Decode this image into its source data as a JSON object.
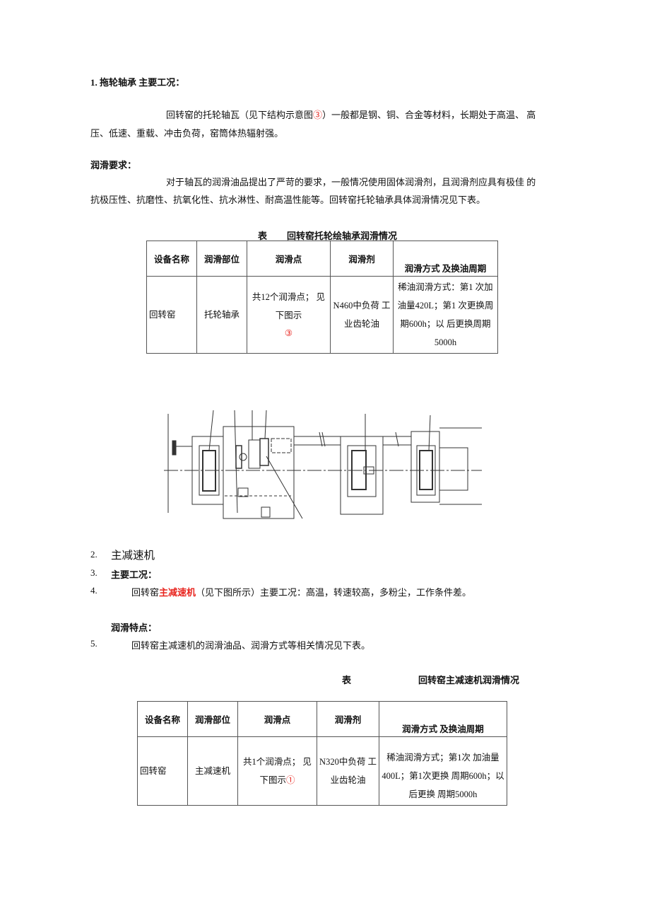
{
  "section1": {
    "heading": "1. 拖轮轴承  主要工况：",
    "para1_a": "回转窑的托轮轴瓦（见下结构示意图",
    "para1_mark": "③",
    "para1_b": "）一般都是钢、铜、合金等材料，长期处于高温、  高",
    "para1_line2": "压、低速、重载、冲击负荷，窑筒体热辐射强。",
    "req_heading": "润滑要求：",
    "para2_line1": "对于轴瓦的润滑油品提出了严苛的要求，一般情况使用固体润滑剂，且润滑剂应具有极佳  的",
    "para2_line2": "抗极压性、抗磨性、抗氧化性、抗水淋性、耐高温性能等。回转窑托轮轴承具体润滑情况见下表。",
    "table_caption_label": "表",
    "table_caption_title": "回转窑托轮绘轴承润滑情况",
    "table": {
      "headers": [
        "设备名称",
        "润滑部位",
        "润滑点",
        "润滑剂",
        "润滑方式  及换油周期"
      ],
      "row": {
        "equipment": "回转窑",
        "part": "托轮轴承",
        "points": "共12个润滑点；  见下图示",
        "points_mark": "③",
        "lubricant": "N460中负荷  工业齿轮油",
        "method": "稀油润滑方式：第1  次加油量420L；第1  次更换周期600h；以  后更换周期5000h"
      }
    }
  },
  "section2": {
    "items": [
      {
        "num": "2.",
        "text": "主减速机"
      },
      {
        "num": "3.",
        "text": "主要工况："
      },
      {
        "num": "4.",
        "text_a": "回转窑",
        "text_red": "主减速机",
        "text_b": "（见下图所示）主要工况：高温，转速较高，多粉尘，工作条件差。"
      },
      {
        "num": "5.",
        "text": "回转窑主减速机的润滑油品、润滑方式等相关情况见下表。"
      }
    ],
    "feature_heading": "润滑特点：",
    "table_caption_label": "表",
    "table_caption_title": "回转窑主减速机润滑情况",
    "table": {
      "headers": [
        "设备名称",
        "润滑部位",
        "润滑点",
        "润滑剂",
        "润滑方式  及换油周期"
      ],
      "row": {
        "equipment": "回转窑",
        "part": "主减速机",
        "points": "共1个润滑点；  见下图示",
        "points_mark": "①",
        "lubricant": "N320中负荷  工业齿轮油",
        "method": "稀油润滑方式；第1次  加油量400L；第1次更换  周期600h；以后更换  周期5000h"
      }
    }
  }
}
